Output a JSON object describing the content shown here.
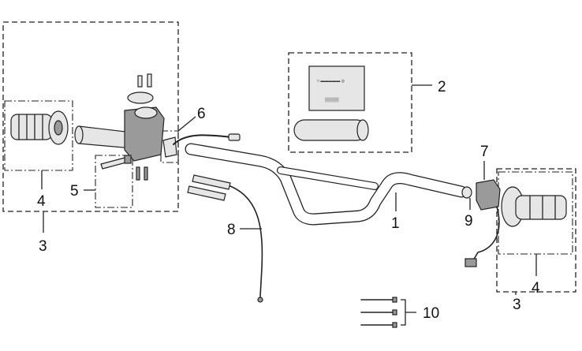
{
  "callouts": {
    "c1": "1",
    "c2": "2",
    "c3_left": "3",
    "c3_right": "3",
    "c4_left": "4",
    "c4_right": "4",
    "c5": "5",
    "c6": "6",
    "c7": "7",
    "c8": "8",
    "c9": "9",
    "c10": "10"
  },
  "colors": {
    "line": "#222222",
    "part_fill": "#e6e6e6",
    "part_dark": "#9a9a9a",
    "background": "#ffffff"
  }
}
